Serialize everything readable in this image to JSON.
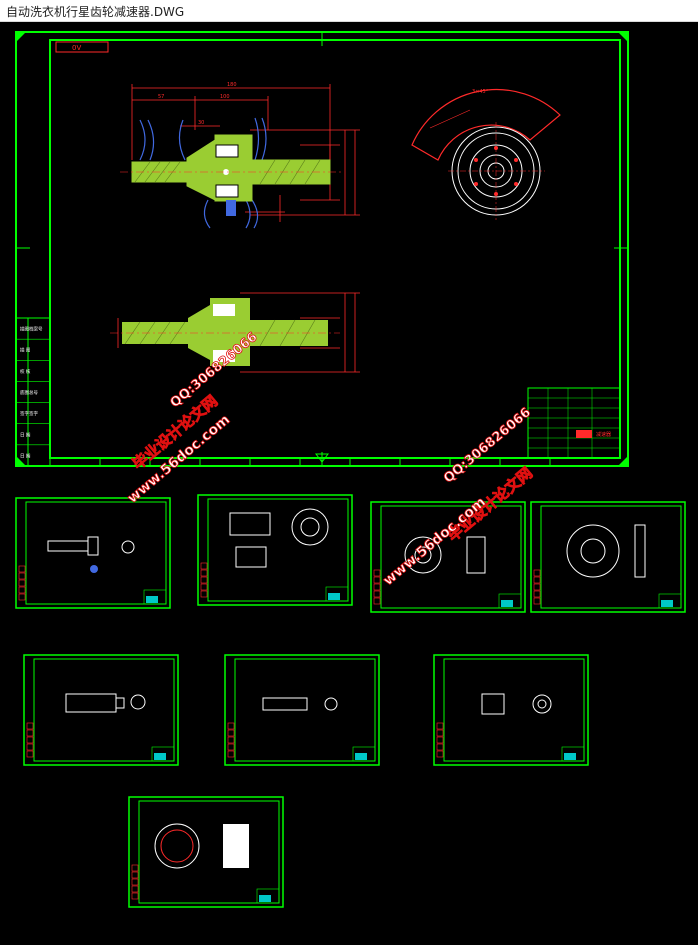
{
  "window": {
    "title": "自动洗衣机行星齿轮减速器.DWG"
  },
  "main_sheet": {
    "tag_label": "0V",
    "left_panel_rows": [
      "描图档案号",
      "描 图",
      "校 核",
      "底图总号",
      "签字签字",
      "日 期",
      "日 期"
    ],
    "title_block_label": "减速器"
  },
  "watermarks": [
    {
      "site": "www.56doc.com",
      "name": "毕业设计论文网",
      "qq": "QQ:306826066"
    },
    {
      "site": "www.56doc.com",
      "name": "毕业设计论文网",
      "qq": "QQ:306826066"
    }
  ],
  "colors": {
    "frame": "#00ff00",
    "part": "#9acd32",
    "dim": "#ff2a2a",
    "hatch": "#4169e1",
    "wm_red": "#e01010",
    "cyan": "#00c8c8"
  }
}
